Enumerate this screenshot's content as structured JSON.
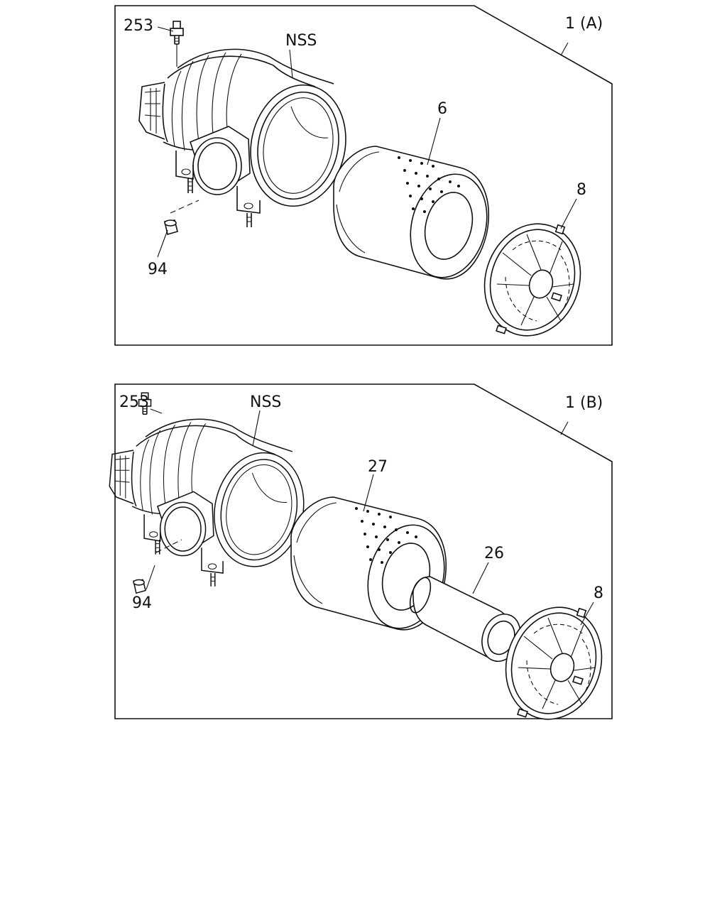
{
  "panels": [
    {
      "id": "A",
      "assembly_label": "1 (A)",
      "callouts": {
        "stud": "253",
        "housing": "NSS",
        "element": "6",
        "cover": "8",
        "valve": "94"
      }
    },
    {
      "id": "B",
      "assembly_label": "1 (B)",
      "callouts": {
        "stud": "253",
        "housing": "NSS",
        "element": "27",
        "inner_element": "26",
        "cover": "8",
        "valve": "94"
      }
    }
  ]
}
